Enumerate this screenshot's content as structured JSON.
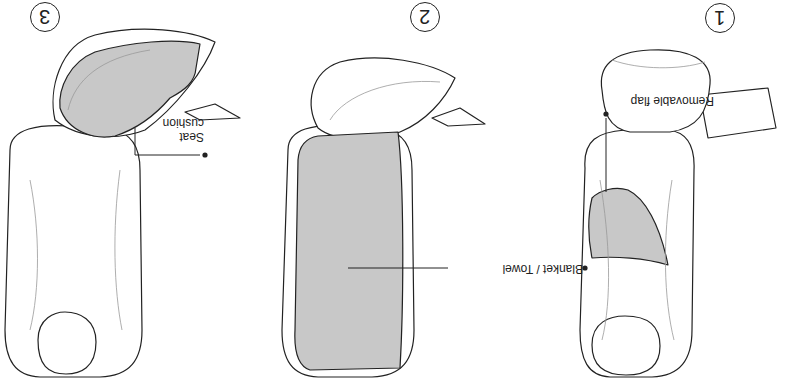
{
  "diagram": {
    "nodes": [
      {
        "text": [
          "3"
        ]
      },
      {
        "text": [
          "2"
        ]
      },
      {
        "text": [
          "1"
        ]
      }
    ],
    "labels": [
      "Seat cushion",
      "Blanket / Towel",
      "Removable flap"
    ]
  }
}
